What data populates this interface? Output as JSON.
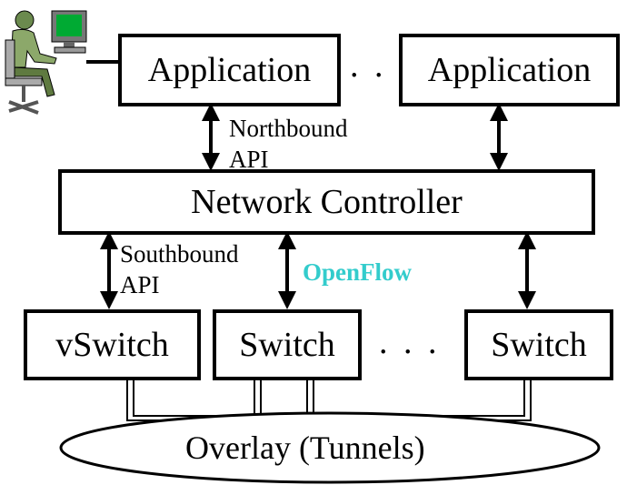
{
  "applications": [
    {
      "label": "Application"
    },
    {
      "label": "Application"
    }
  ],
  "app_ellipsis": ". . .",
  "northbound_api": {
    "line1": "Northbound",
    "line2": "API"
  },
  "controller": {
    "label": "Network Controller"
  },
  "southbound_api": {
    "line1": "Southbound",
    "line2": "API"
  },
  "openflow": {
    "label": "OpenFlow",
    "color": "#33cccc"
  },
  "switches": [
    {
      "label": "vSwitch"
    },
    {
      "label": "Switch"
    },
    {
      "label": "Switch"
    }
  ],
  "switch_ellipsis": ". . .",
  "overlay": {
    "label": "Overlay (Tunnels)"
  },
  "icons": {
    "user": "user-at-computer-icon"
  }
}
